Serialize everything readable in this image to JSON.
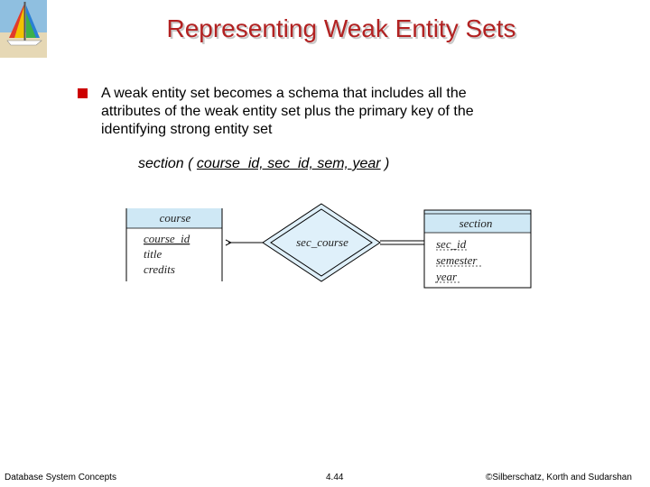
{
  "slide": {
    "title": "Representing  Weak Entity Sets",
    "bullet": {
      "lines": [
        "A weak entity set becomes a  schema that includes all  the",
        "attributes of the weak entity set plus the primary key of the",
        "identifying strong entity set"
      ]
    },
    "schema": {
      "relation": "section",
      "open": " ( ",
      "keys": "course_id, sec_id, sem, year",
      "close": " )"
    }
  },
  "diagram": {
    "strong_entity": {
      "name": "course",
      "attributes": [
        "course_id",
        "title",
        "credits"
      ]
    },
    "relationship": {
      "name": "sec_course"
    },
    "weak_entity": {
      "name": "section",
      "attributes": [
        "sec_id",
        "semester",
        "year"
      ]
    }
  },
  "footer": {
    "left": "Database System Concepts",
    "center": "4.44",
    "right": "©Silberschatz, Korth and Sudarshan"
  },
  "colors": {
    "title": "#b22222",
    "bullet": "#cc0000",
    "entity_header": "#cfe8f5",
    "relationship_fill": "#dff0fa"
  },
  "icons": {
    "logo": "sailboat-logo-icon"
  }
}
